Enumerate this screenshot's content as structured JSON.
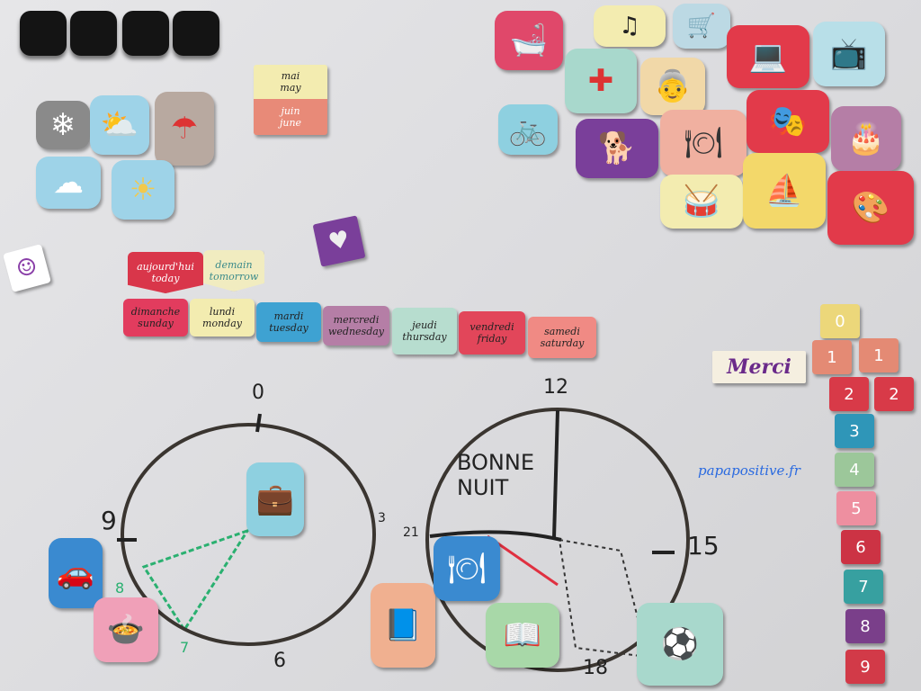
{
  "months": [
    {
      "fr": "mai",
      "en": "may",
      "color": "#f3ecb0"
    },
    {
      "fr": "juin",
      "en": "june",
      "color": "#e88a78"
    }
  ],
  "relative_days": [
    {
      "fr": "aujourd'hui",
      "en": "today",
      "color": "#d9364a"
    },
    {
      "fr": "demain",
      "en": "tomorrow",
      "color": "#f1ecc0"
    }
  ],
  "weekdays": [
    {
      "fr": "dimanche",
      "en": "sunday",
      "color": "#e23c5e"
    },
    {
      "fr": "lundi",
      "en": "monday",
      "color": "#f3ecb0"
    },
    {
      "fr": "mardi",
      "en": "tuesday",
      "color": "#3ea2d2"
    },
    {
      "fr": "mercredi",
      "en": "wednesday",
      "color": "#b57ea6"
    },
    {
      "fr": "jeudi",
      "en": "thursday",
      "color": "#b7ddcf"
    },
    {
      "fr": "vendredi",
      "en": "friday",
      "color": "#e2465a"
    },
    {
      "fr": "samedi",
      "en": "saturday",
      "color": "#f08a84"
    }
  ],
  "merci": "Merci",
  "watermark": "papapositive.fr",
  "bonne_nuit": "BONNE NUIT",
  "numbers": [
    {
      "n": "0",
      "color": "#ecd77a"
    },
    {
      "n": "1",
      "color": "#e48a74"
    },
    {
      "n": "1",
      "color": "#e48a74"
    },
    {
      "n": "2",
      "color": "#d83a48"
    },
    {
      "n": "2",
      "color": "#d83a48"
    },
    {
      "n": "3",
      "color": "#2f96b8"
    },
    {
      "n": "4",
      "color": "#9cc79a"
    },
    {
      "n": "5",
      "color": "#ee8fa0"
    },
    {
      "n": "6",
      "color": "#cc3344"
    },
    {
      "n": "7",
      "color": "#37a0a0"
    },
    {
      "n": "8",
      "color": "#7a3f8a"
    },
    {
      "n": "9",
      "color": "#d23a48"
    }
  ],
  "clock_labels": {
    "left_top": "0",
    "left_left": "9",
    "left_right": "3",
    "left_bottom": "6",
    "right_top": "12",
    "right_left": "21",
    "right_right": "15",
    "right_bottom": "18",
    "green_8": "8",
    "green_7": "7"
  },
  "icons": [
    "snowflake-icon",
    "sun-cloud-icon",
    "rain-umbrella-icon",
    "wind-cloud-icon",
    "sun-icon",
    "bath-icon",
    "music-icon",
    "shopping-cart-icon",
    "computer-icon",
    "tv-icon",
    "bicycle-icon",
    "doctor-icon",
    "grandparents-icon",
    "dog-icon",
    "meal-icon",
    "theater-icon",
    "birthday-cake-icon",
    "toys-icon",
    "sailboat-icon",
    "painting-icon",
    "briefcase-icon",
    "car-icon",
    "soup-icon",
    "book-icon",
    "homework-icon",
    "sports-icon",
    "smiley-icon",
    "heart-icon"
  ]
}
